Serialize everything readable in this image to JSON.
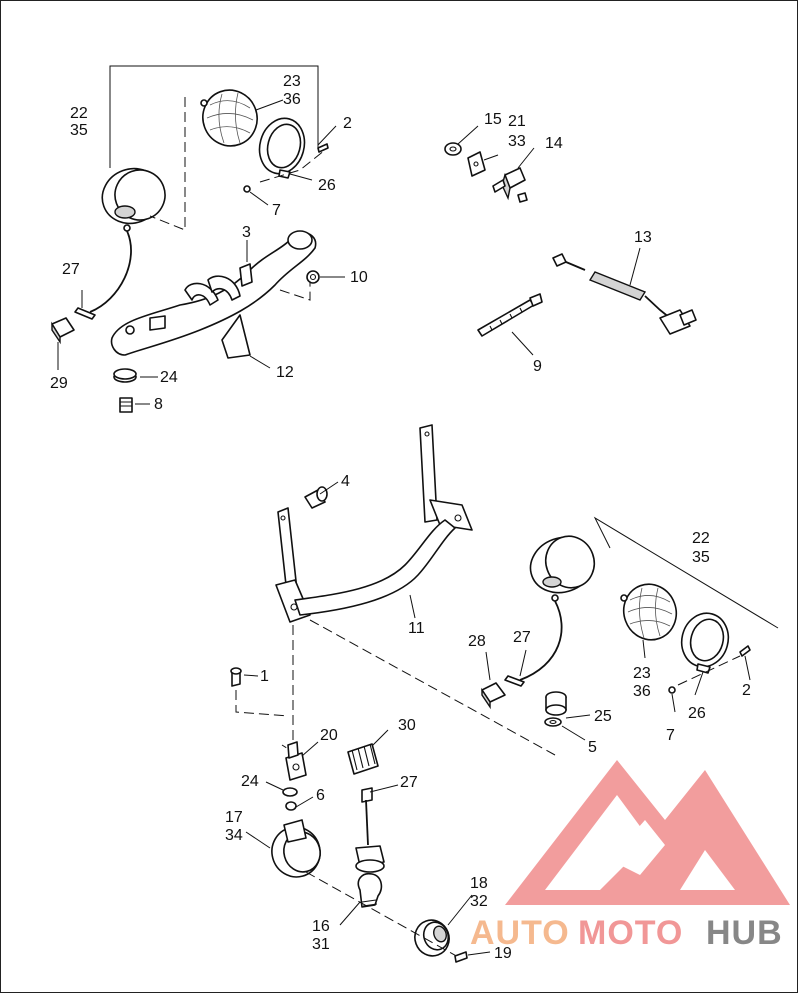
{
  "callouts": {
    "c22a": "22",
    "c35a": "35",
    "c23a": "23",
    "c36a": "36",
    "c2a": "2",
    "c26a": "26",
    "c7a": "7",
    "c15": "15",
    "c21": "21",
    "c33": "33",
    "c14": "14",
    "c3": "3",
    "c10": "10",
    "c27a": "27",
    "c29": "29",
    "c24a": "24",
    "c8": "8",
    "c12": "12",
    "c13": "13",
    "c9": "9",
    "c4": "4",
    "c22b": "22",
    "c35b": "35",
    "c11": "11",
    "c28": "28",
    "c27b": "27",
    "c23b": "23",
    "c36b": "36",
    "c2b": "2",
    "c26b": "26",
    "c7b": "7",
    "c25": "25",
    "c5": "5",
    "c1": "1",
    "c20": "20",
    "c30": "30",
    "c24b": "24",
    "c6": "6",
    "c27c": "27",
    "c17": "17",
    "c34": "34",
    "c18": "18",
    "c32": "32",
    "c16": "16",
    "c31": "31",
    "c19": "19"
  },
  "watermark": {
    "text_a": "AUTO",
    "text_b": "MOTO",
    "text_c": "HUB",
    "color_red": "#f08c8c",
    "color_orange": "#f4b183",
    "color_gray": "#7a7a7a"
  }
}
